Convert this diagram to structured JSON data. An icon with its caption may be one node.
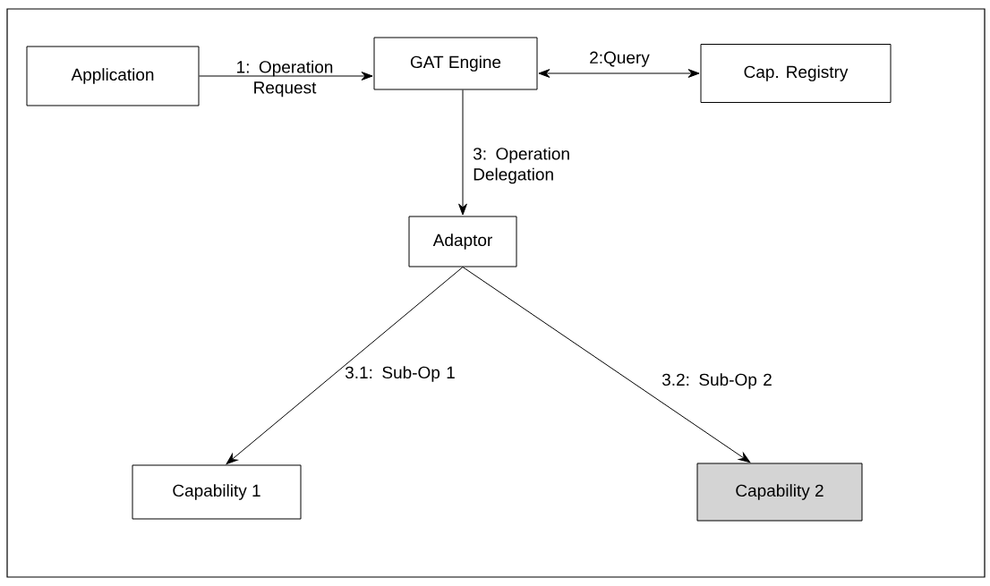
{
  "diagram": {
    "nodes": [
      {
        "text": [
          "Application"
        ]
      },
      {
        "text": [
          "GAT Engine"
        ]
      },
      {
        "text": [
          "Cap. Registry"
        ]
      },
      {
        "text": [
          "Adaptor"
        ]
      },
      {
        "text": [
          "Capability 1"
        ]
      },
      {
        "text": [
          "Capability 2"
        ]
      }
    ],
    "edges": [
      {
        "from": 0,
        "to": 1,
        "arrow": "to",
        "label": "1: Operation Request"
      },
      {
        "from": 1,
        "to": 2,
        "arrow": "both",
        "label": "2:Query"
      },
      {
        "from": 1,
        "to": 3,
        "arrow": "to",
        "label": "3: Operation Delegation"
      },
      {
        "from": 3,
        "to": 4,
        "arrow": "to",
        "label": "3.1: Sub-Op 1"
      },
      {
        "from": 3,
        "to": 5,
        "arrow": "to",
        "label": "3.2: Sub-Op 2"
      }
    ]
  }
}
